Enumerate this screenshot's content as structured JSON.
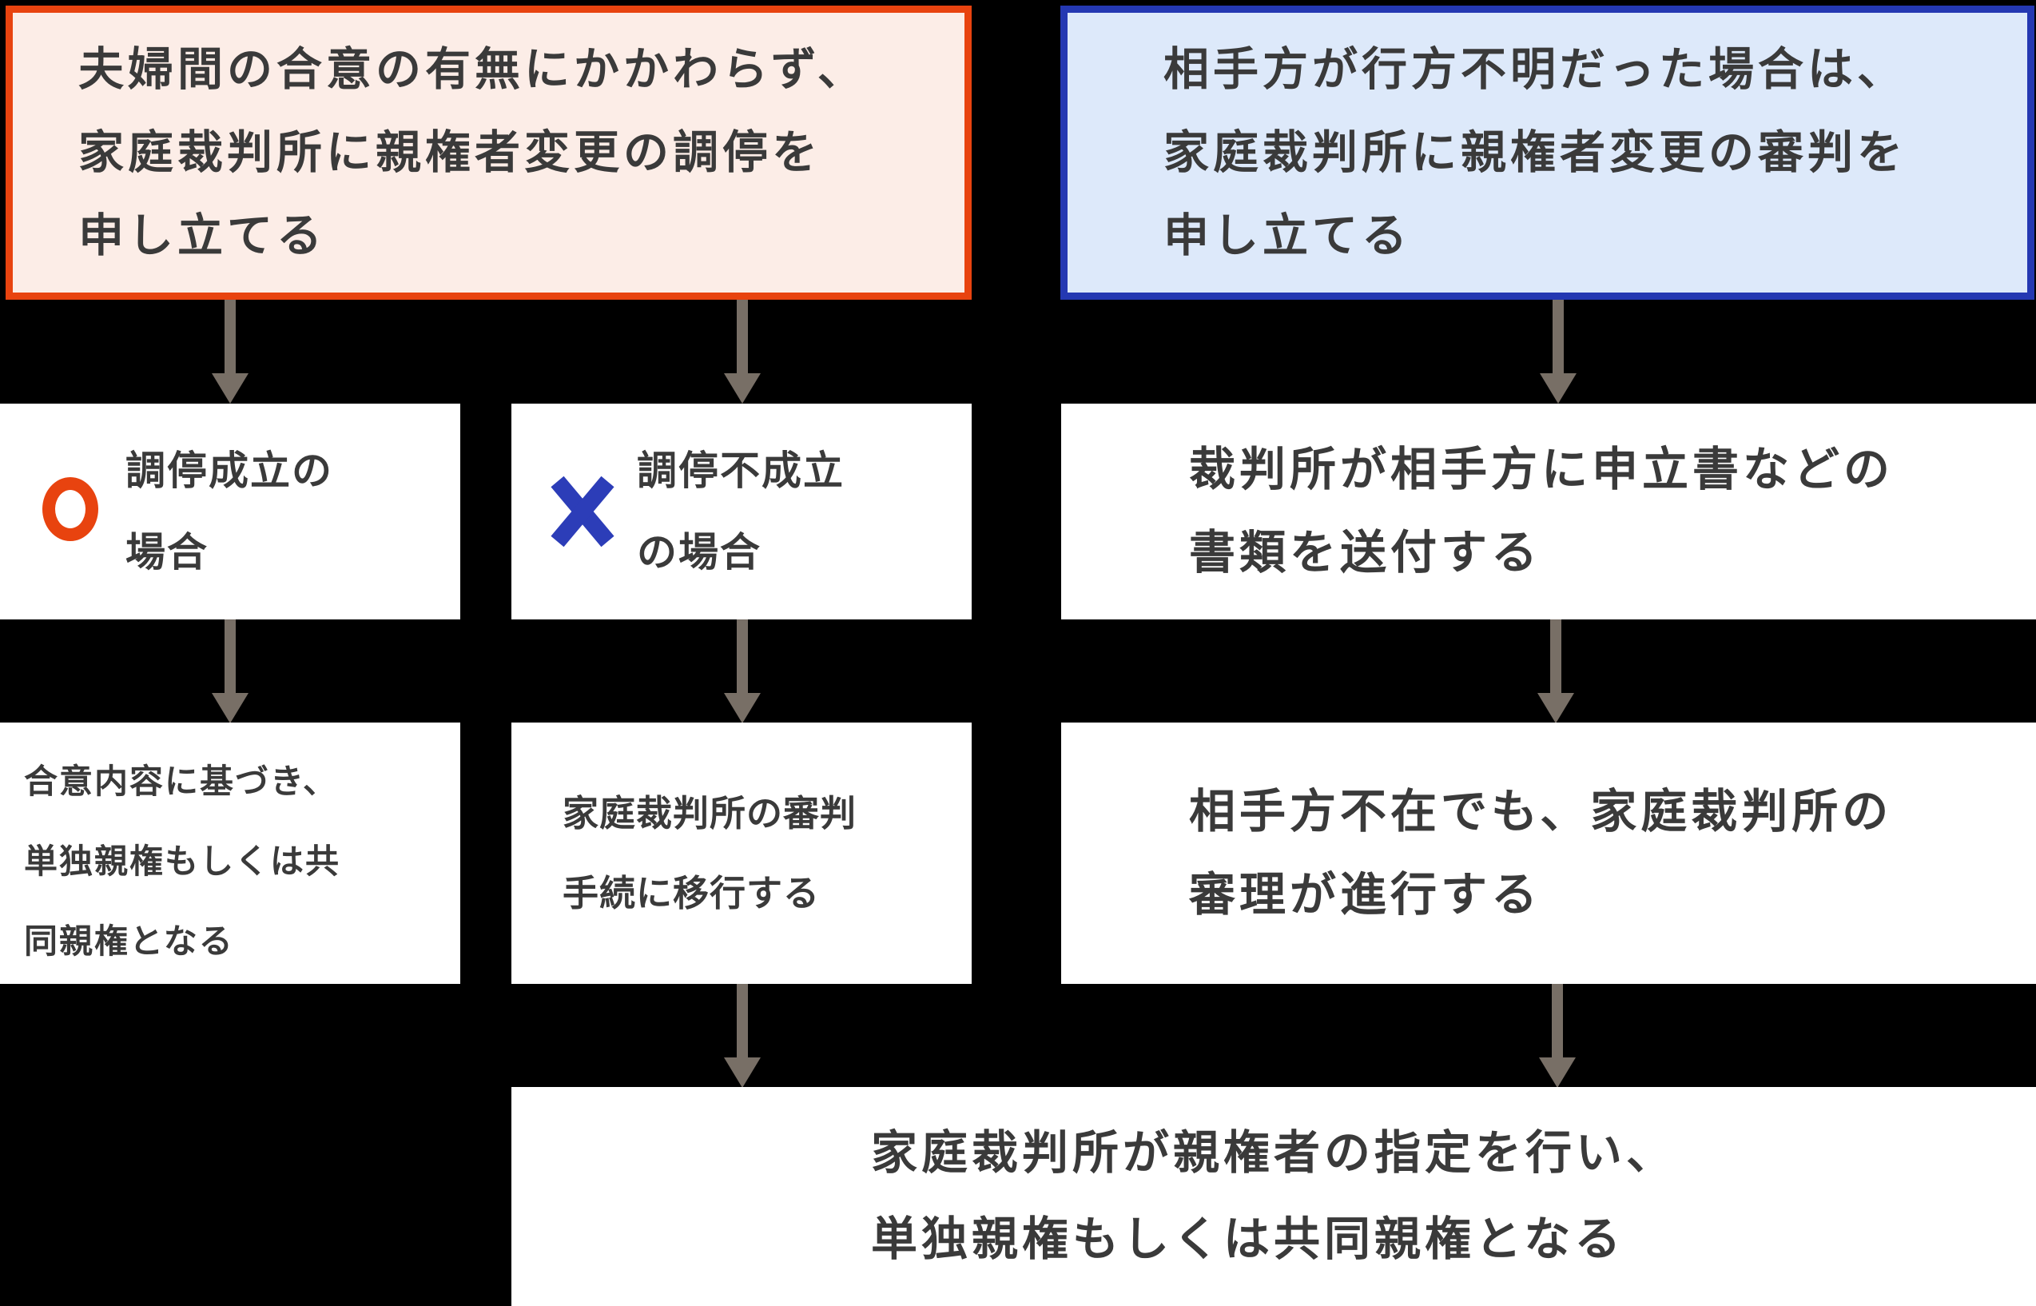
{
  "flowchart": {
    "start_mediation": {
      "lines": [
        "夫婦間の合意の有無にかかわらず、",
        "家庭裁判所に親権者変更の調停を",
        "申し立てる"
      ],
      "border_color": "#e8430f",
      "bg_color": "#fcede7"
    },
    "start_trial": {
      "lines": [
        "相手方が行方不明だった場合は、",
        "家庭裁判所に親権者変更の審判を",
        "申し立てる"
      ],
      "border_color": "#2438b2",
      "bg_color": "#dde9fa"
    },
    "mediation_success": {
      "icon": "circle-maru",
      "icon_color": "#e8430f",
      "lines": [
        "調停成立の",
        "場合"
      ]
    },
    "mediation_failure": {
      "icon": "cross-batsu",
      "icon_color": "#2c3db8",
      "lines": [
        "調停不成立",
        "の場合"
      ]
    },
    "court_sends_documents": {
      "lines": [
        "裁判所が相手方に申立書などの",
        "書類を送付する"
      ]
    },
    "agreement_result": {
      "lines": [
        "合意内容に基づき、",
        "単独親権もしくは共",
        "同親権となる"
      ]
    },
    "transition_to_trial": {
      "lines": [
        "家庭裁判所の審判",
        "手続に移行する"
      ]
    },
    "trial_proceeds": {
      "lines": [
        "相手方不在でも、家庭裁判所の",
        "審理が進行する"
      ]
    },
    "final_result": {
      "lines": [
        "家庭裁判所が親権者の指定を行い、",
        "単独親権もしくは共同親権となる"
      ]
    }
  },
  "colors": {
    "page_background": "#000000",
    "box_background_white": "#ffffff",
    "text": "#3a3a3a",
    "arrow": "#786f66",
    "accent_orange": "#e8430f",
    "accent_blue": "#2438b2",
    "light_orange_bg": "#fcede7",
    "light_blue_bg": "#dde9fa"
  }
}
